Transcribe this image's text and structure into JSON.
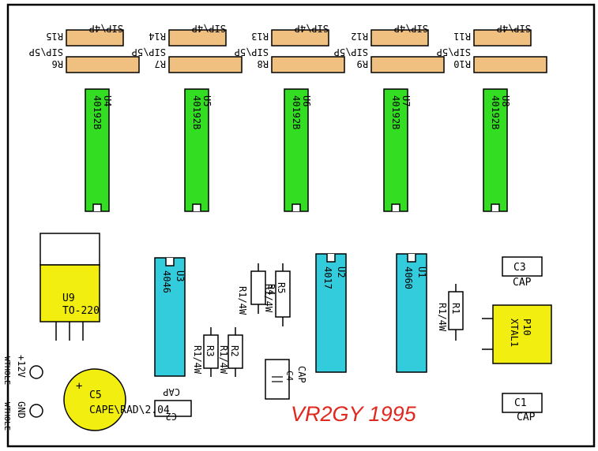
{
  "sip_rows": [
    {
      "row": "top",
      "resistors": [
        {
          "ref": "R15",
          "type": "SIP\\4P"
        },
        {
          "ref": "R14",
          "type": "SIP\\4P"
        },
        {
          "ref": "R13",
          "type": "SIP\\4P"
        },
        {
          "ref": "R12",
          "type": "SIP\\4P"
        },
        {
          "ref": "R11",
          "type": "SIP\\4P"
        }
      ]
    },
    {
      "row": "bottom",
      "resistors": [
        {
          "ref": "R6",
          "type": "SIP\\5P"
        },
        {
          "ref": "R7",
          "type": "SIP\\5P"
        },
        {
          "ref": "R8",
          "type": "SIP\\5P"
        },
        {
          "ref": "R9",
          "type": "SIP\\5P"
        },
        {
          "ref": "R10",
          "type": "SIP\\5P"
        }
      ]
    }
  ],
  "green_ics": [
    {
      "ref": "U4",
      "part": "40192B"
    },
    {
      "ref": "U5",
      "part": "40192B"
    },
    {
      "ref": "U6",
      "part": "40192B"
    },
    {
      "ref": "U7",
      "part": "40192B"
    },
    {
      "ref": "U8",
      "part": "40192B"
    }
  ],
  "cyan_ics": [
    {
      "ref": "U3",
      "part": "4046"
    },
    {
      "ref": "U2",
      "part": "4017"
    },
    {
      "ref": "U1",
      "part": "4060"
    }
  ],
  "regulator": {
    "ref": "U9",
    "package": "TO-220"
  },
  "resistors": [
    {
      "ref": "R1",
      "value": "R1/4W"
    },
    {
      "ref": "R2",
      "value": "R1/4W"
    },
    {
      "ref": "R3",
      "value": "R1/4W"
    },
    {
      "ref": "R4",
      "value": "R1/4W"
    },
    {
      "ref": "R5",
      "value": "R1/4W"
    }
  ],
  "capacitors": [
    {
      "ref": "C1",
      "type": "CAP"
    },
    {
      "ref": "C2",
      "type": "CAP"
    },
    {
      "ref": "C3",
      "type": "CAP"
    },
    {
      "ref": "C4",
      "type": "CAP"
    },
    {
      "ref": "C5",
      "type": "CAPE\\RAD\\2.04"
    }
  ],
  "crystal": {
    "ref": "P10",
    "type": "XTAL1"
  },
  "power": {
    "plus": "+12V",
    "gnd": "GND",
    "pad_label": "WTHOLE",
    "plus_sign": "+"
  },
  "signature": "VR2GY 1995",
  "colors": {
    "sip": "#f0c080",
    "green_ic": "#33dd22",
    "cyan_ic": "#33ccdd",
    "yellow": "#f2ee10",
    "signature": "#e0281e",
    "outline": "#000000"
  }
}
